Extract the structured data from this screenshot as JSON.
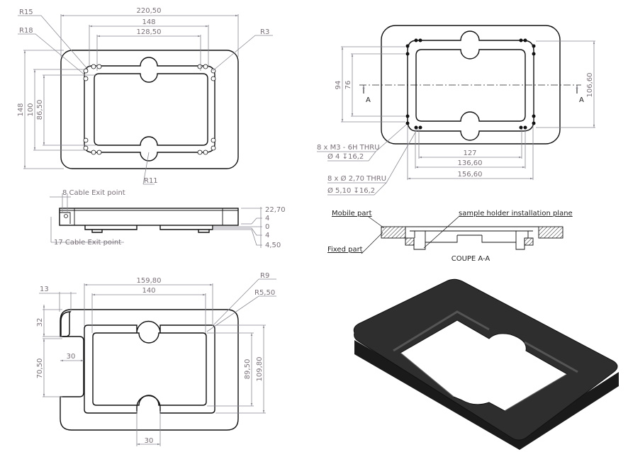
{
  "top_view": {
    "dims": {
      "overall_width": "220,50",
      "width_148": "148",
      "width_128": "128,50",
      "height_148": "148",
      "height_100": "100",
      "height_86": "86,50"
    },
    "radii": {
      "r15": "R15",
      "r18": "R18",
      "r3": "R3",
      "r11": "R11"
    }
  },
  "side_view": {
    "cable_exit_8": "8 Cable Exit point",
    "cable_exit_17": "17 Cable Exit point",
    "levels": [
      "22,70",
      "4",
      "0",
      "4",
      "4,50"
    ]
  },
  "sectioned_top_view": {
    "dims": {
      "h94": "94",
      "h76": "76",
      "h106": "106,60",
      "w127": "127",
      "w136": "136,60",
      "w156": "156,60"
    },
    "section_marker": "A",
    "holes": {
      "m3_label": "8 x M3 - 6H THRU",
      "m3_depth": "Ø 4 ↧16,2",
      "thru_label": "8 x Ø 2,70 THRU",
      "thru_depth": "Ø 5,10 ↧16,2"
    }
  },
  "section_view": {
    "mobile_part": "Mobile part",
    "plane_label": "sample holder installation plane",
    "fixed_part": "Fixed part",
    "title": "COUPE A-A"
  },
  "bottom_view": {
    "dims": {
      "w159": "159,80",
      "w140": "140",
      "w13": "13",
      "h32": "32",
      "h70": "70,50",
      "w30_left": "30",
      "h89": "89,50",
      "h109": "109,80",
      "w30_bottom": "30"
    },
    "radii": {
      "r9": "R9",
      "r5": "R5,50"
    }
  }
}
